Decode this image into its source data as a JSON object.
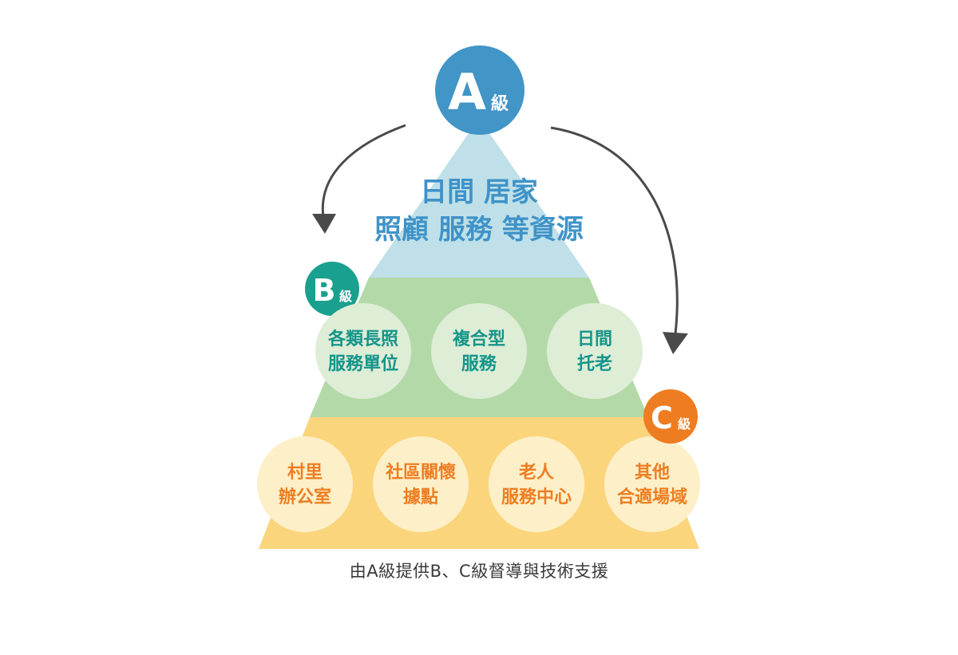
{
  "colors": {
    "tier_a_fill": "#bfe0e8",
    "tier_a_badge": "#4195c7",
    "tier_a_text": "#3f93c8",
    "tier_b_fill": "#b4d9a8",
    "tier_b_badge": "#1aa08e",
    "tier_b_circle": "#deedd6",
    "tier_b_text": "#15958a",
    "tier_c_fill": "#fbd57c",
    "tier_c_badge": "#ee7d22",
    "tier_c_circle": "#fdf0c8",
    "tier_c_text": "#ee7d22",
    "arrow": "#4a4a4a"
  },
  "tier_a": {
    "badge_letter": "A",
    "badge_suffix": "級",
    "line1": "日間 居家",
    "line2": "照顧 服務 等資源"
  },
  "tier_b": {
    "badge_letter": "B",
    "badge_suffix": "級",
    "items": [
      {
        "line1": "各類長照",
        "line2": "服務單位"
      },
      {
        "line1": "複合型",
        "line2": "服務"
      },
      {
        "line1": "日間",
        "line2": "托老"
      }
    ]
  },
  "tier_c": {
    "badge_letter": "C",
    "badge_suffix": "級",
    "items": [
      {
        "line1": "村里",
        "line2": "辦公室"
      },
      {
        "line1": "社區關懷",
        "line2": "據點"
      },
      {
        "line1": "老人",
        "line2": "服務中心"
      },
      {
        "line1": "其他",
        "line2": "合適場域"
      }
    ]
  },
  "caption": "由A級提供B、C級督導與技術支援"
}
